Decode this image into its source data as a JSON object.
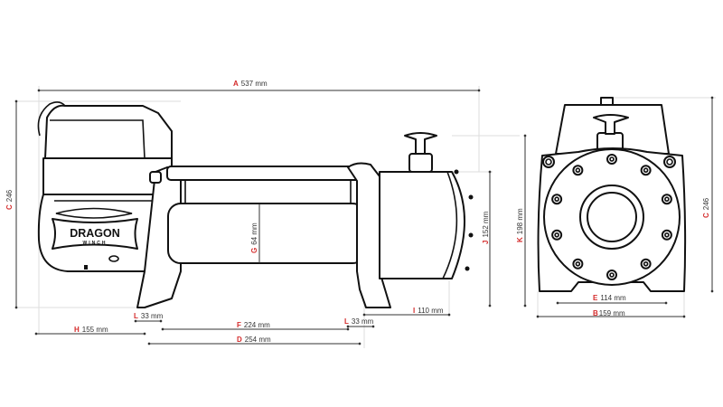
{
  "brand": {
    "name": "DRAGON",
    "sub": "WINCH"
  },
  "dimensions": {
    "A": {
      "letter": "A",
      "value": "537 mm"
    },
    "C_left": {
      "letter": "C",
      "value": "246"
    },
    "C_right": {
      "letter": "C",
      "value": "246"
    },
    "G": {
      "letter": "G",
      "value": "64 mm"
    },
    "J": {
      "letter": "J",
      "value": "152 mm"
    },
    "K": {
      "letter": "K",
      "value": "198 mm"
    },
    "L_left": {
      "letter": "L",
      "value": "33 mm"
    },
    "L_right": {
      "letter": "L",
      "value": "33 mm"
    },
    "H": {
      "letter": "H",
      "value": "155 mm"
    },
    "F": {
      "letter": "F",
      "value": "224 mm"
    },
    "D": {
      "letter": "D",
      "value": "254 mm"
    },
    "I": {
      "letter": "I",
      "value": "110 mm"
    },
    "E": {
      "letter": "E",
      "value": "114 mm"
    },
    "B": {
      "letter": "B",
      "value": "159 mm"
    }
  },
  "colors": {
    "letter": "#d42a2a",
    "line": "#111111"
  }
}
